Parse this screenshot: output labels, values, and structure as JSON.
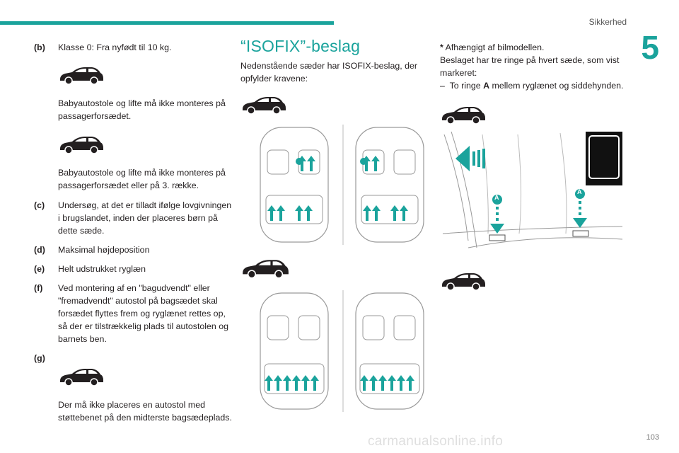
{
  "header": {
    "section": "Sikkerhed",
    "chapter": "5",
    "page": "103",
    "watermark": "carmanualsonline.info"
  },
  "col1": {
    "b_label": "(b)",
    "b_text": "Klasse 0: Fra nyfødt til 10 kg.",
    "b_note1": "Babyautostole og lifte må ikke monteres på passagerforsædet.",
    "b_note2": "Babyautostole og lifte må ikke monteres på passagerforsædet eller på 3. række.",
    "c_label": "(c)",
    "c_text": "Undersøg, at det er tilladt ifølge lovgivningen i brugslandet, inden der placeres børn på dette sæde.",
    "d_label": "(d)",
    "d_text": "Maksimal højdeposition",
    "e_label": "(e)",
    "e_text": "Helt udstrukket ryglæn",
    "f_label": "(f)",
    "f_text": "Ved montering af en \"bagudvendt\" eller \"fremadvendt\" autostol på bagsædet skal forsædet flyttes frem og ryglænet rettes op, så der er tilstrækkelig plads til autostolen og barnets ben.",
    "g_label": "(g)",
    "g_text": "Der må ikke placeres en autostol med støttebenet på den midterste bagsædeplads."
  },
  "col2": {
    "title": "“ISOFIX”-beslag",
    "intro": "Nedenstående sæder har ISOFIX-beslag, der opfylder kravene:"
  },
  "col3": {
    "asterisk": "*",
    "note": "Afhængigt af bilmodellen.",
    "line2": "Beslaget har tre ringe på hvert sæde, som vist markeret:",
    "dash": "–",
    "ring_pre": "To ringe",
    "ring_letter": "A",
    "ring_post": "mellem ryglænet og siddehynden."
  },
  "photo": {
    "marker_left": "A",
    "marker_right": "A"
  },
  "colors": {
    "accent": "#1aa39c",
    "text": "#231f20",
    "car": "#231f20",
    "seat_outline": "#9a9a9a"
  },
  "icons": [
    "car-suv-icon",
    "isofix-seat-icon",
    "isofix-symbol-icon",
    "push-arrow-icon"
  ]
}
